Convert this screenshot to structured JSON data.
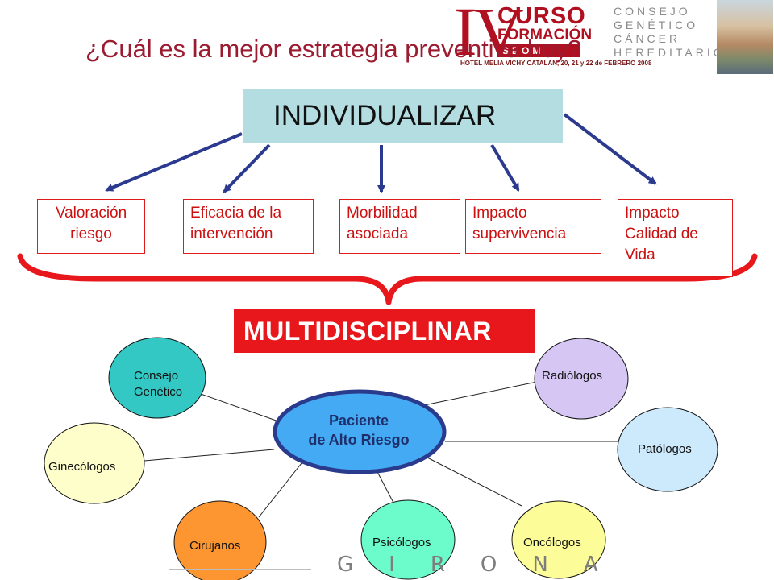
{
  "logo": {
    "numeral": "IV",
    "line1": "CURSO",
    "line2": "FORMACIÓN",
    "line3": "SEOM",
    "venue": "HOTEL MELIA VICHY CATALAN, 20, 21 y 22 de FEBRERO 2008",
    "right_lines": [
      "CONSEJO",
      "GENÉTICO",
      "CÁNCER",
      "HEREDITARIO"
    ]
  },
  "title": "¿Cuál es la mejor estrategia preventiva hoy?",
  "top_box": "INDIVIDUALIZAR",
  "outcomes": [
    {
      "line1": "Valoración",
      "line2": "riesgo",
      "line3": ""
    },
    {
      "line1": "Eficacia de la",
      "line2": "intervención",
      "line3": ""
    },
    {
      "line1": "Morbilidad",
      "line2": "asociada",
      "line3": ""
    },
    {
      "line1": "Impacto",
      "line2": "supervivencia",
      "line3": ""
    },
    {
      "line1": "Impacto",
      "line2": "Calidad de",
      "line3": "Vida"
    }
  ],
  "middle_box": "MULTIDISCIPLINAR",
  "center": {
    "line1": "Paciente",
    "line2": "de Alto Riesgo"
  },
  "specialists": {
    "consejo": {
      "line1": "Consejo",
      "line2": "Genético"
    },
    "radiologos": "Radiólogos",
    "ginecologos": "Ginecólogos",
    "patologos": "Patólogos",
    "cirujanos": "Cirujanos",
    "psicologos": "Psicólogos",
    "oncologos": "Oncólogos"
  },
  "footer": "GIRONA",
  "colors": {
    "title": "#9b1b30",
    "individualizar_fill": "#b3dde1",
    "arrow": "#2b3a8f",
    "outcome_text": "#cc1010",
    "brace": "#e8171c",
    "multidisciplinar_fill": "#e8171c",
    "center_fill": "#44aaf3",
    "center_border": "#2a3a8c",
    "consejo_fill": "#33c8c4",
    "radiologos_fill": "#d6c6f4",
    "ginecologos_fill": "#fefecb",
    "patologos_fill": "#cceafc",
    "cirujanos_fill": "#fd9530",
    "psicologos_fill": "#6cfccc",
    "oncologos_fill": "#fcfc98"
  }
}
